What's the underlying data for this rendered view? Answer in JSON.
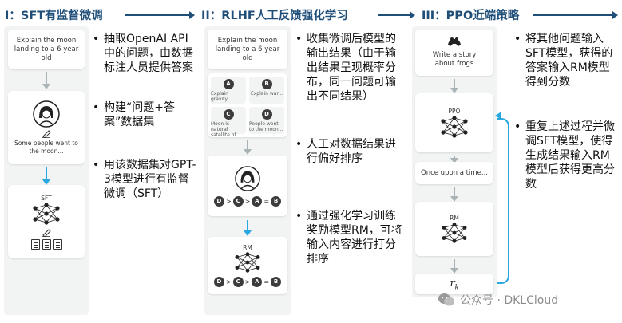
{
  "stages": [
    {
      "title": "I：SFT有监督微调",
      "prompt_card": "Explain the moon landing to a 6 year old",
      "demo_card": "Some people went to the moon...",
      "model_label": "SFT",
      "bullets": [
        "抽取OpenAI API中的问题，由数据标注人员提供答案",
        "构建“问题+答案”数据集",
        "用该数据集对GPT-3模型进行有监督微调（SFT）"
      ]
    },
    {
      "title": "II：RLHF人工反馈强化学习",
      "prompt_card": "Explain the moon landing to a 6 year old",
      "options": [
        {
          "letter": "A",
          "text": "Explain gravity..."
        },
        {
          "letter": "B",
          "text": "Explain war..."
        },
        {
          "letter": "C",
          "text": "Moon is natural satellite of..."
        },
        {
          "letter": "D",
          "text": "People went to the moon..."
        }
      ],
      "ranking": [
        "D",
        "C",
        "A",
        "B"
      ],
      "rm_label": "RM",
      "bullets": [
        "收集微调后模型的输出结果（由于输出结果呈现概率分布，同一问题可输出不同结果）",
        "人工对数据结果进行偏好排序",
        "通过强化学习训练奖励模型RM，可将输入内容进行打分排序"
      ]
    },
    {
      "title": "III：PPO近端策略",
      "prompt_card": "Write a story about frogs",
      "ppo_label": "PPO",
      "output_card": "Once upon a time...",
      "rm_label": "RM",
      "reward_label": "r",
      "reward_sub": "k",
      "bullets": [
        "将其他问题输入SFT模型，获得的答案输入RM模型得到分数",
        "重复上述过程并微调SFT模型，使得生成结果输入RM模型后获得更高分数"
      ]
    }
  ],
  "watermark": "公众号 · DKLCloud",
  "colors": {
    "title": "#1f4e79",
    "accent_arrow": "#2aa7e0",
    "panel": "#f1f4f3"
  }
}
